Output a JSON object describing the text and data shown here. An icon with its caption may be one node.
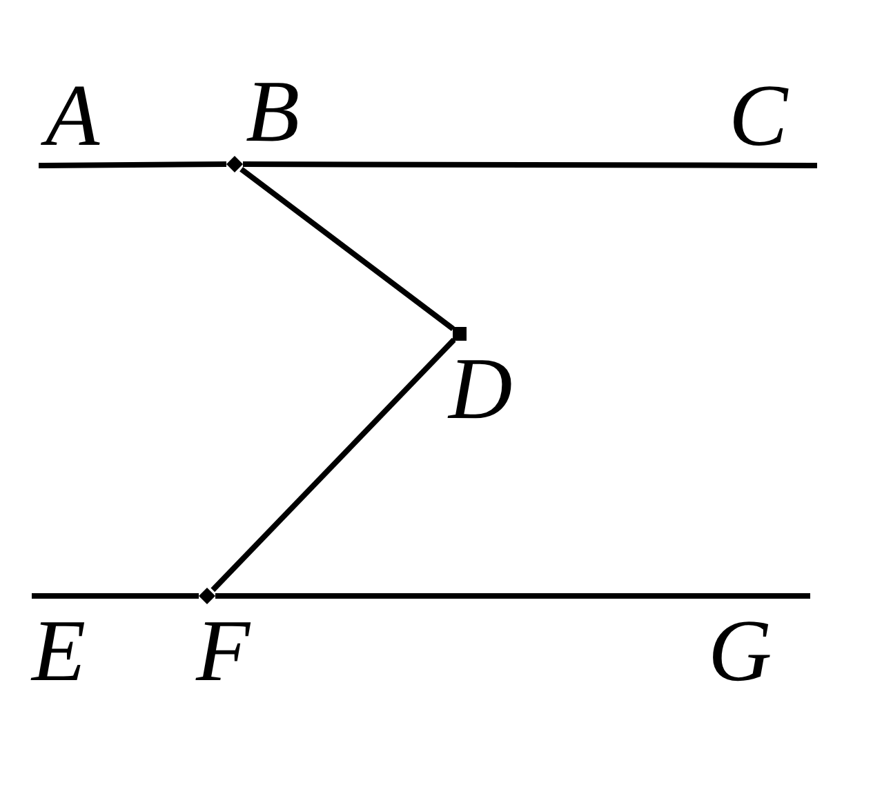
{
  "diagram": {
    "nodes": [
      {
        "text": [],
        "shape": "point",
        "beside": [
          "A"
        ]
      },
      {
        "text": [],
        "shape": "diamond",
        "beside": [
          "B"
        ]
      },
      {
        "text": [],
        "shape": "point",
        "beside": [
          "C"
        ]
      },
      {
        "text": [],
        "shape": "box",
        "beside": [
          "D"
        ]
      },
      {
        "text": [],
        "shape": "point",
        "beside": [
          "E"
        ]
      },
      {
        "text": [],
        "shape": "diamond",
        "beside": [
          "F"
        ]
      },
      {
        "text": [],
        "shape": "point",
        "beside": [
          "G"
        ]
      }
    ],
    "edges": [
      {
        "from": 0,
        "to": 1,
        "arrow": "none"
      },
      {
        "from": 1,
        "to": 2,
        "arrow": "none"
      },
      {
        "from": 1,
        "to": 3,
        "arrow": "none"
      },
      {
        "from": 3,
        "to": 5,
        "arrow": "none"
      },
      {
        "from": 4,
        "to": 5,
        "arrow": "none"
      },
      {
        "from": 5,
        "to": 6,
        "arrow": "none"
      }
    ]
  }
}
